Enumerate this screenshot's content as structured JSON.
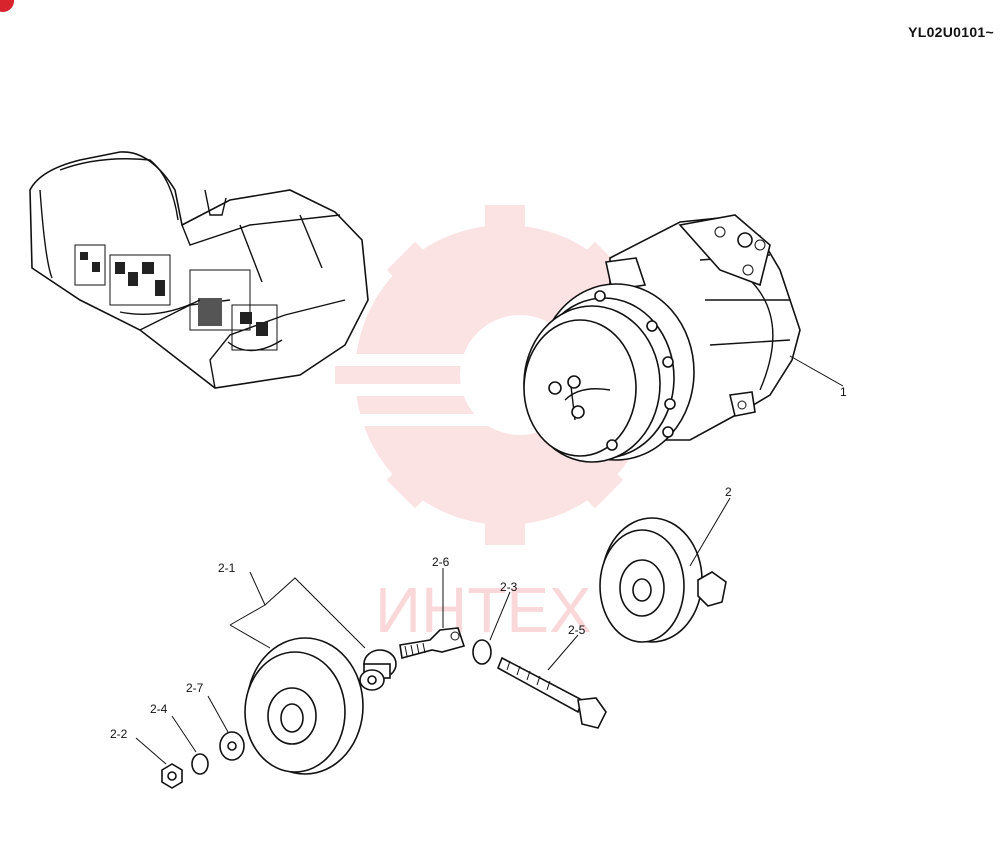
{
  "header": {
    "serial_range": "YL02U0101~"
  },
  "watermark": {
    "text": "ИНТЕХ",
    "color": "#e8303a"
  },
  "callouts": {
    "c1": "1",
    "c2": "2",
    "c2_1": "2-1",
    "c2_2": "2-2",
    "c2_3": "2-3",
    "c2_4": "2-4",
    "c2_5": "2-5",
    "c2_6": "2-6",
    "c2_7": "2-7"
  }
}
